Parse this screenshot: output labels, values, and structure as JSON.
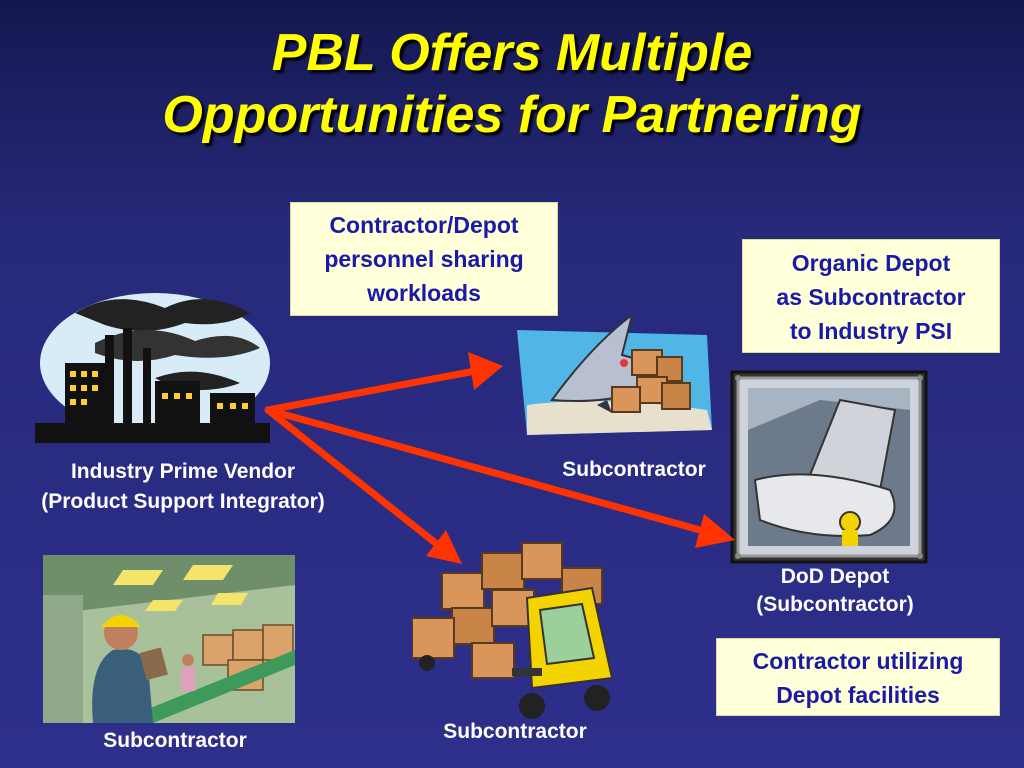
{
  "slide": {
    "title_line1": "PBL Offers Multiple",
    "title_line2": "Opportunities for Partnering",
    "callouts": {
      "personnel_sharing": {
        "line1": "Contractor/Depot",
        "line2": "personnel sharing",
        "line3": "workloads"
      },
      "organic_depot": {
        "line1": "Organic Depot",
        "line2": "as Subcontractor",
        "line3": "to Industry PSI"
      },
      "depot_facilities": {
        "line1": "Contractor utilizing",
        "line2": "Depot facilities"
      }
    },
    "labels": {
      "prime_line1": "Industry Prime Vendor",
      "prime_line2": "(Product Support Integrator)",
      "sub_aircraft": "Subcontractor",
      "dod_line1": "DoD Depot",
      "dod_line2": "(Subcontractor)",
      "sub_forklift": "Subcontractor",
      "sub_warehouse": "Subcontractor"
    },
    "colors": {
      "title": "#ffff00",
      "arrow": "#ff3300",
      "callout_text": "#1a1aa8",
      "callout_bg": "#ffffd9"
    }
  }
}
